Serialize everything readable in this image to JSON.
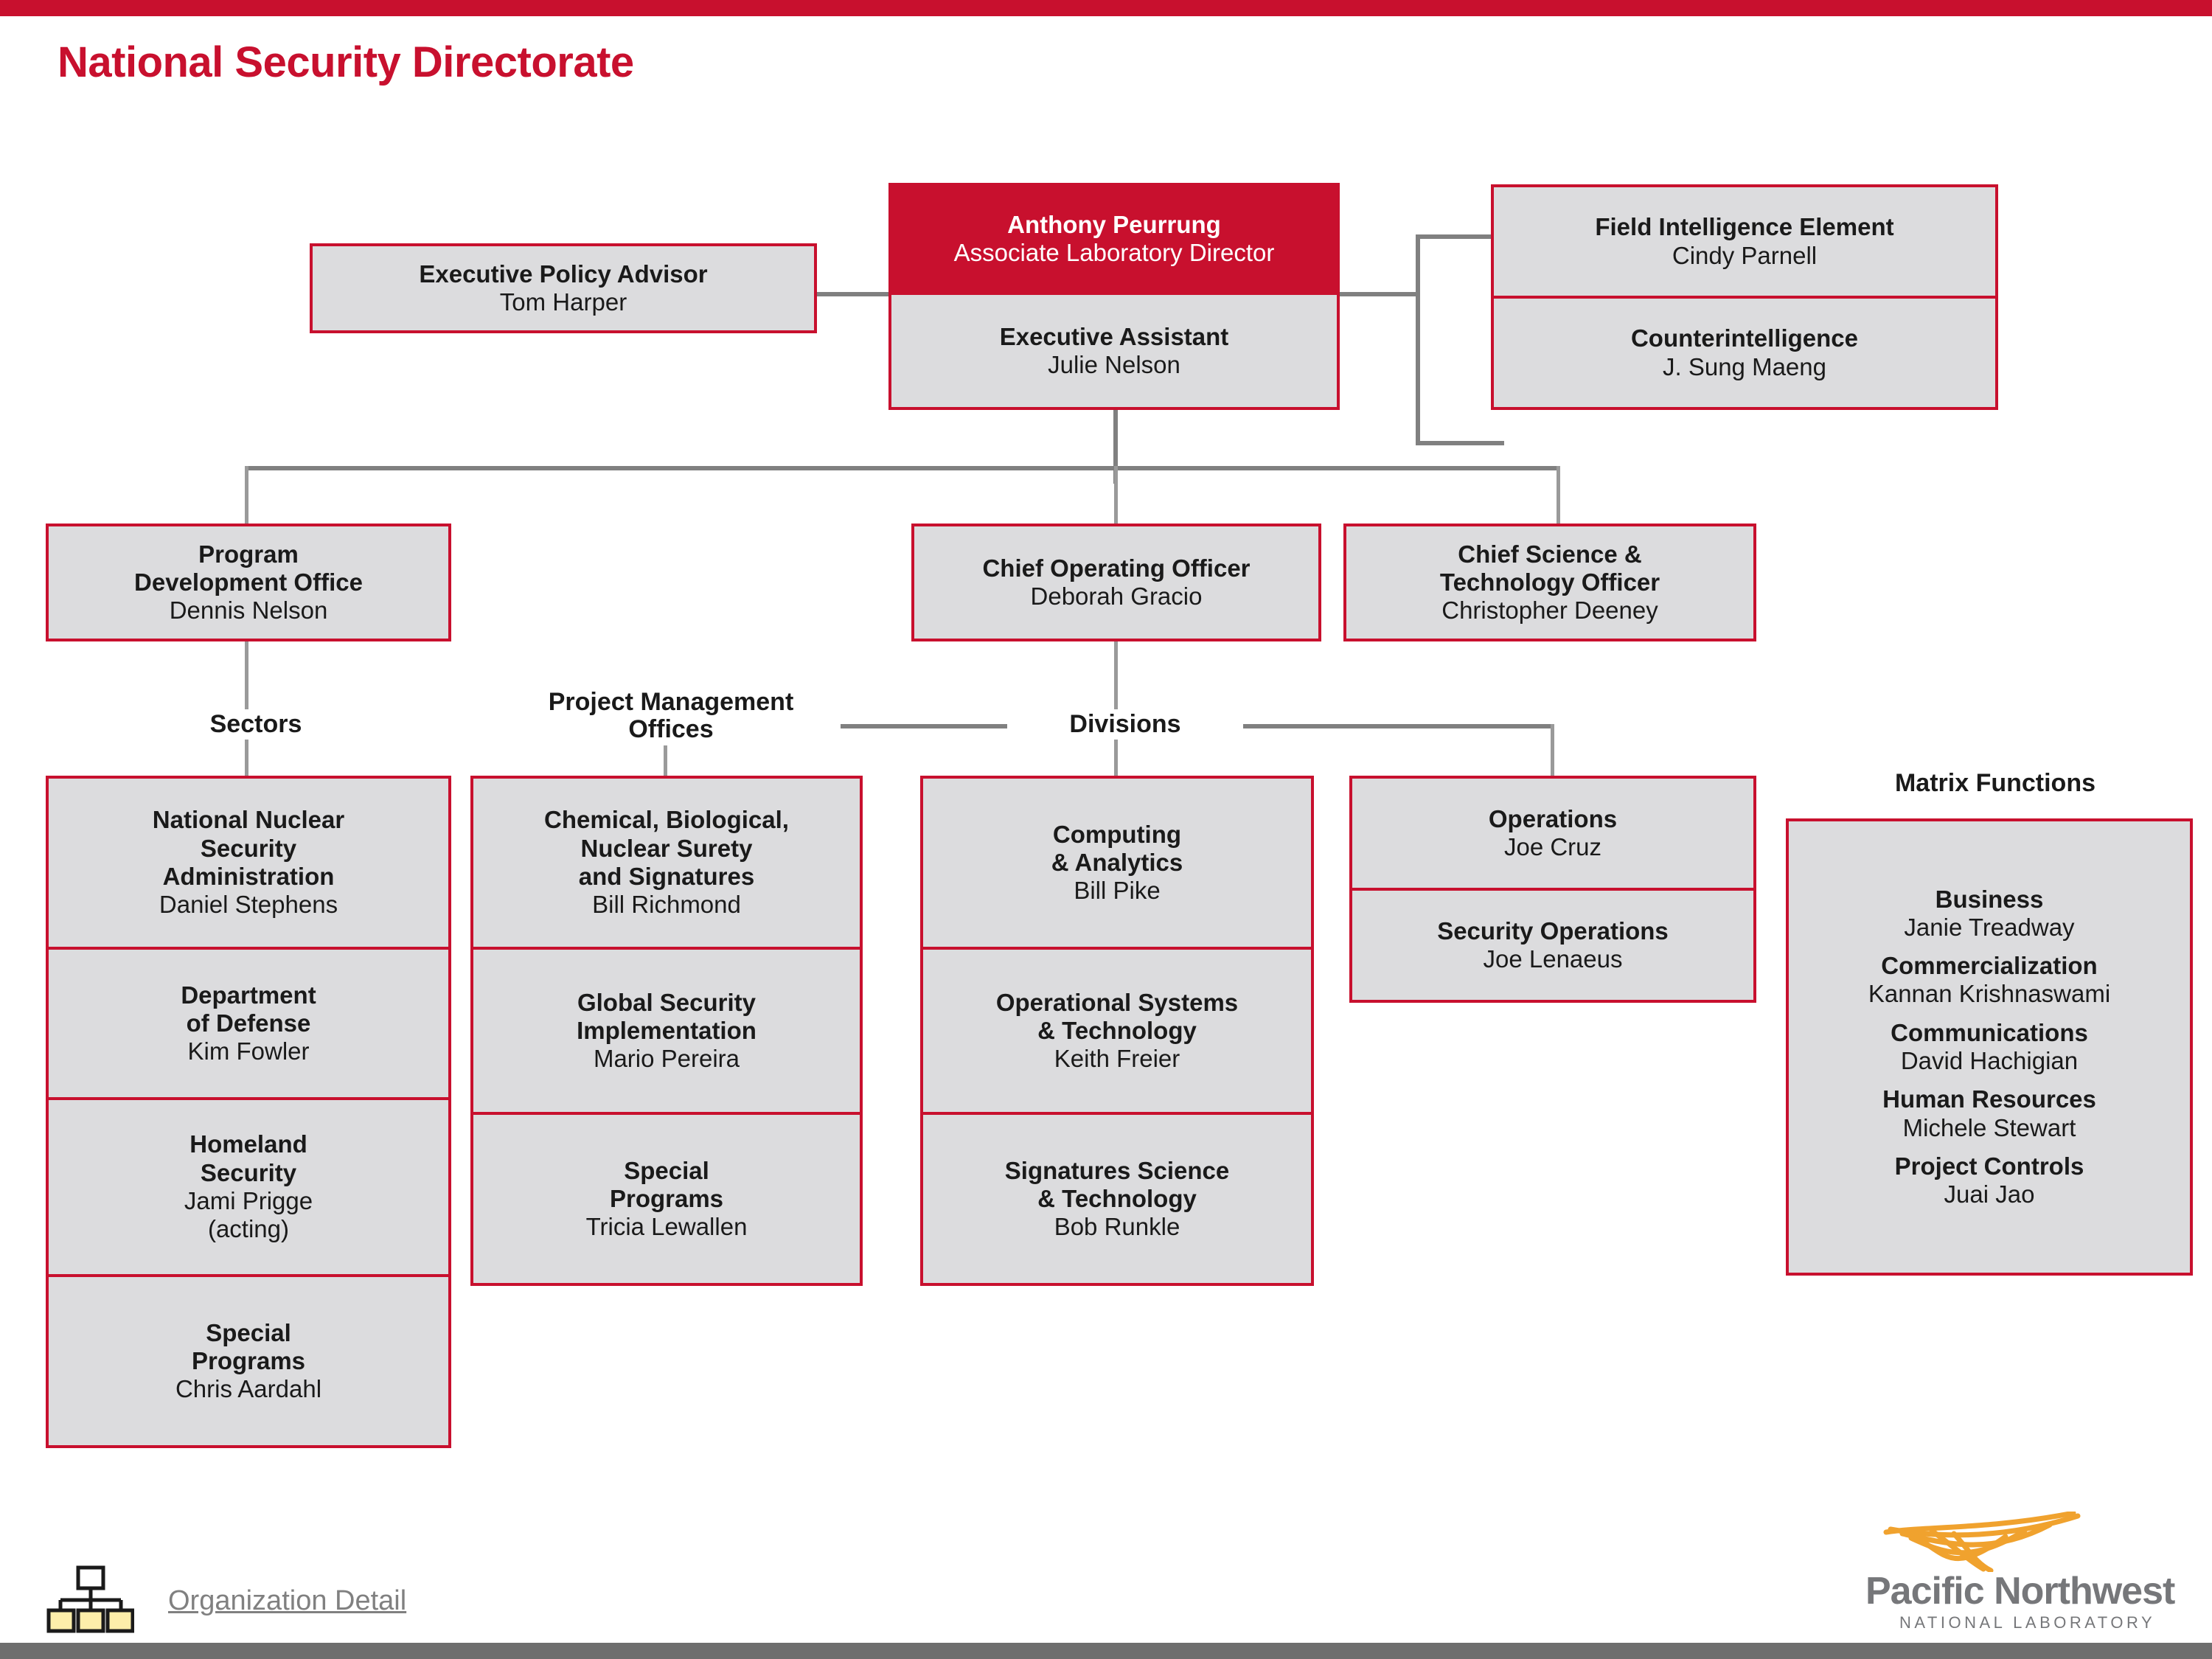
{
  "slide": {
    "title": "National Security\nDirectorate",
    "accent_color": "#c8102e",
    "box_fill": "#dcdcde",
    "connector_color": "#808080"
  },
  "top": {
    "executive_policy_advisor": {
      "title": "Executive Policy Advisor",
      "person": "Tom Harper"
    },
    "director": {
      "title": "Anthony Peurrung",
      "person": "Associate Laboratory Director"
    },
    "executive_assistant": {
      "title": "Executive Assistant",
      "person": "Julie Nelson"
    },
    "field_intelligence": {
      "title": "Field Intelligence Element",
      "person": "Cindy Parnell"
    },
    "counterintelligence": {
      "title": "Counterintelligence",
      "person": "J. Sung Maeng"
    }
  },
  "second_row": {
    "program_development": {
      "title": "Program\nDevelopment Office",
      "person": "Dennis Nelson"
    },
    "coo": {
      "title": "Chief Operating Officer",
      "person": "Deborah Gracio"
    },
    "cto": {
      "title": "Chief Science &\nTechnology Officer",
      "person": "Christopher Deeney"
    }
  },
  "group_labels": {
    "sectors": "Sectors",
    "project_management_offices": "Project Management\nOffices",
    "divisions": "Divisions",
    "matrix_functions": "Matrix Functions"
  },
  "sectors": [
    {
      "title": "National Nuclear\nSecurity\nAdministration",
      "person": "Daniel Stephens"
    },
    {
      "title": "Department\nof Defense",
      "person": "Kim Fowler"
    },
    {
      "title": "Homeland\nSecurity",
      "person": "Jami Prigge\n(acting)"
    },
    {
      "title": "Special\nPrograms",
      "person": "Chris Aardahl"
    }
  ],
  "project_management_offices": [
    {
      "title": "Chemical, Biological,\nNuclear Surety\nand Signatures",
      "person": "Bill Richmond"
    },
    {
      "title": "Global Security\nImplementation",
      "person": "Mario Pereira"
    },
    {
      "title": "Special\nPrograms",
      "person": "Tricia Lewallen"
    }
  ],
  "divisions": [
    {
      "title": "Computing\n& Analytics",
      "person": "Bill Pike"
    },
    {
      "title": "Operational Systems\n& Technology",
      "person": "Keith Freier"
    },
    {
      "title": "Signatures Science\n& Technology",
      "person": "Bob Runkle"
    }
  ],
  "operations": [
    {
      "title": "Operations",
      "person": "Joe Cruz"
    },
    {
      "title": "Security Operations",
      "person": "Joe Lenaeus"
    }
  ],
  "matrix_functions": [
    {
      "title": "Business",
      "person": "Janie Treadway"
    },
    {
      "title": "Commercialization",
      "person": "Kannan Krishnaswami"
    },
    {
      "title": "Communications",
      "person": "David Hachigian"
    },
    {
      "title": "Human Resources",
      "person": "Michele Stewart"
    },
    {
      "title": "Project Controls",
      "person": "Juai Jao"
    }
  ],
  "footer": {
    "organization_detail_label": "Organization Detail",
    "logo_name": "Pacific Northwest",
    "logo_subtitle": "NATIONAL LABORATORY"
  }
}
